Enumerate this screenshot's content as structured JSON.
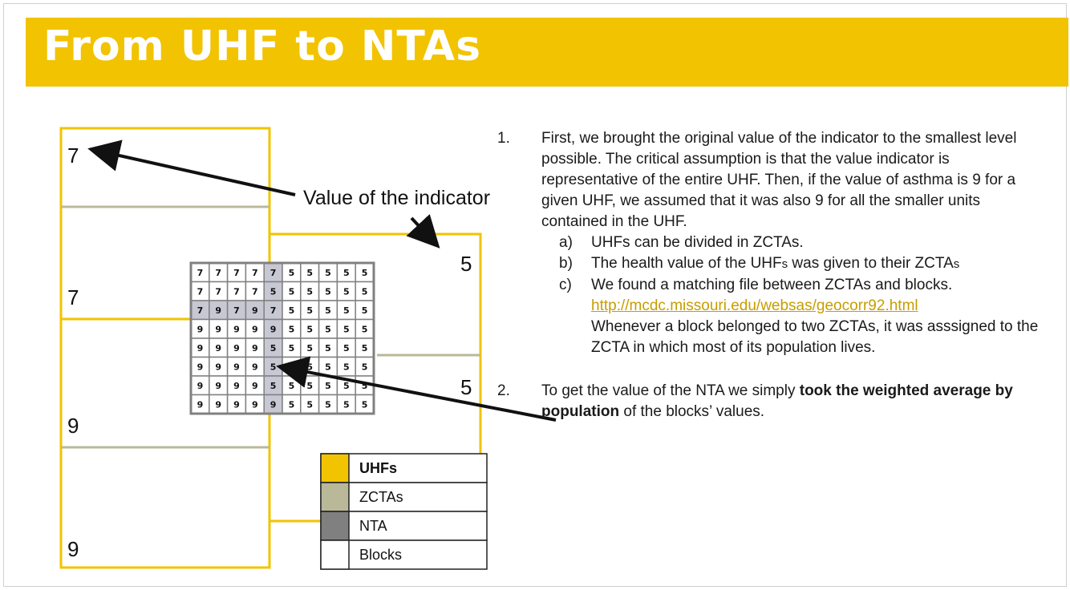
{
  "title": "From UHF to NTAs",
  "annotation_label": "Value of the indicator",
  "left_values": [
    "7",
    "7",
    "9",
    "9"
  ],
  "right_values": [
    "5",
    "5"
  ],
  "grid": [
    [
      "7",
      "7",
      "7",
      "7",
      "7",
      "5",
      "5",
      "5",
      "5",
      "5"
    ],
    [
      "7",
      "7",
      "7",
      "7",
      "5",
      "5",
      "5",
      "5",
      "5",
      "5"
    ],
    [
      "7",
      "9",
      "7",
      "9",
      "7",
      "5",
      "5",
      "5",
      "5",
      "5"
    ],
    [
      "9",
      "9",
      "9",
      "9",
      "9",
      "5",
      "5",
      "5",
      "5",
      "5"
    ],
    [
      "9",
      "9",
      "9",
      "9",
      "5",
      "5",
      "5",
      "5",
      "5",
      "5"
    ],
    [
      "9",
      "9",
      "9",
      "9",
      "5",
      "5",
      "5",
      "5",
      "5",
      "5"
    ],
    [
      "9",
      "9",
      "9",
      "9",
      "5",
      "5",
      "5",
      "5",
      "5",
      "5"
    ],
    [
      "9",
      "9",
      "9",
      "9",
      "9",
      "5",
      "5",
      "5",
      "5",
      "5"
    ]
  ],
  "legend": [
    {
      "label": "UHFs",
      "color": "#f2c300",
      "bold": true
    },
    {
      "label": "ZCTAs",
      "color": "#b9b99a",
      "bold": false
    },
    {
      "label": "NTA",
      "color": "#808080",
      "bold": false
    },
    {
      "label": "Blocks",
      "color": "#ffffff",
      "bold": false
    }
  ],
  "colors": {
    "accent": "#f2c300",
    "zcta_line": "#b9b99a",
    "nta_fill": "#c8c8d4",
    "grid_border": "#808080",
    "link": "#c79d00"
  },
  "steps": {
    "step1": {
      "num": "1.",
      "text": "First, we brought the original value of the indicator to the smallest level possible. The critical assumption is that the value indicator is representative of the entire UHF.  Then, if the value of asthma is 9 for a given UHF, we assumed that it was also 9 for all the smaller units contained in the UHF.",
      "sub_a_num": "a)",
      "sub_a": "UHFs can be divided in ZCTAs.",
      "sub_b_num": "b)",
      "sub_b_pre": "The health value of the UHF",
      "sub_b_small": "s",
      "sub_b_post": " was given to their ZCTA",
      "sub_b_end": "s",
      "sub_c_num": "c)",
      "sub_c_text": "We found a matching file between ZCTAs and blocks.",
      "sub_c_link": "http://mcdc.missouri.edu/websas/geocorr92.html",
      "sub_c_after": "Whenever a block belonged to two ZCTAs, it was asssigned to the ZCTA in which most of its population lives."
    },
    "step2": {
      "num": "2.",
      "pre": " To get the value of the NTA we simply ",
      "bold": "took the weighted average by population",
      "post": " of the blocks’ values."
    }
  }
}
